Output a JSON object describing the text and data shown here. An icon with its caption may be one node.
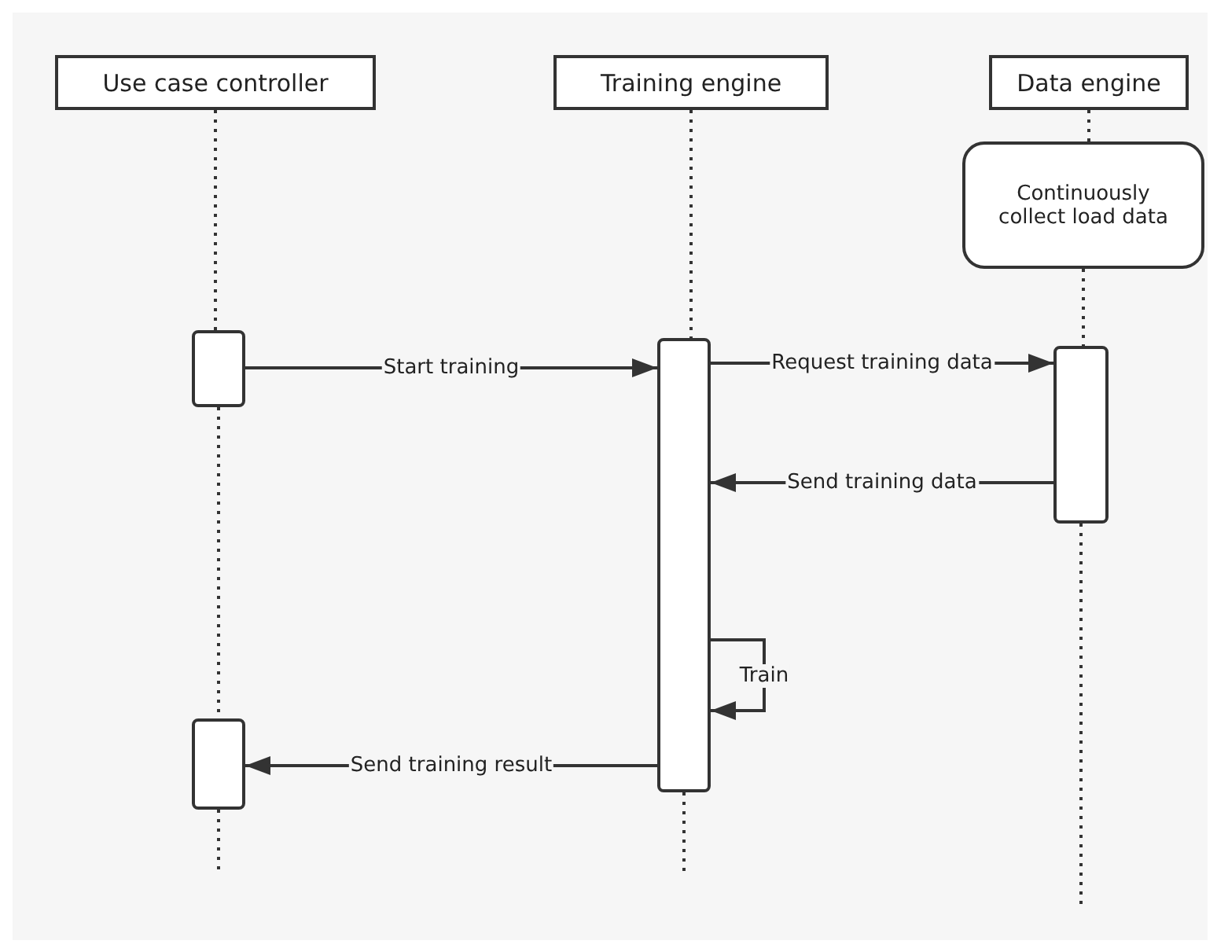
{
  "diagram": {
    "nodes": [
      {
        "text": [
          "Use case controller"
        ]
      },
      {
        "text": [
          "Training engine"
        ]
      },
      {
        "text": [
          "Data engine"
        ]
      },
      {
        "text": [
          "Continuously collect load data"
        ]
      },
      {
        "text": [],
        "shape": "bar"
      },
      {
        "text": [],
        "shape": "bar"
      },
      {
        "text": [],
        "shape": "bar"
      },
      {
        "text": [],
        "shape": "bar"
      }
    ],
    "edges": [
      {
        "from": 4,
        "to": 5,
        "arrow": "to",
        "label": "Start training"
      },
      {
        "from": 5,
        "to": 6,
        "arrow": "to",
        "label": "Request training data"
      },
      {
        "from": 6,
        "to": 5,
        "arrow": "to",
        "label": "Send training data"
      },
      {
        "from": 5,
        "to": 5,
        "arrow": "to",
        "label": "Train"
      },
      {
        "from": 5,
        "to": 7,
        "arrow": "to",
        "label": "Send training result"
      },
      {
        "from": 0,
        "to": 4,
        "arrow": "none",
        "style": "dashed"
      },
      {
        "from": 4,
        "to": 7,
        "arrow": "none",
        "style": "dashed"
      },
      {
        "from": 7,
        "to": null,
        "arrow": "none",
        "style": "dashed"
      },
      {
        "from": 1,
        "to": 5,
        "arrow": "none",
        "style": "dashed"
      },
      {
        "from": 5,
        "to": null,
        "arrow": "none",
        "style": "dashed"
      },
      {
        "from": 2,
        "to": 3,
        "arrow": "none",
        "style": "dashed"
      },
      {
        "from": 3,
        "to": 6,
        "arrow": "none",
        "style": "dashed"
      },
      {
        "from": 6,
        "to": null,
        "arrow": "none",
        "style": "dashed"
      }
    ]
  }
}
